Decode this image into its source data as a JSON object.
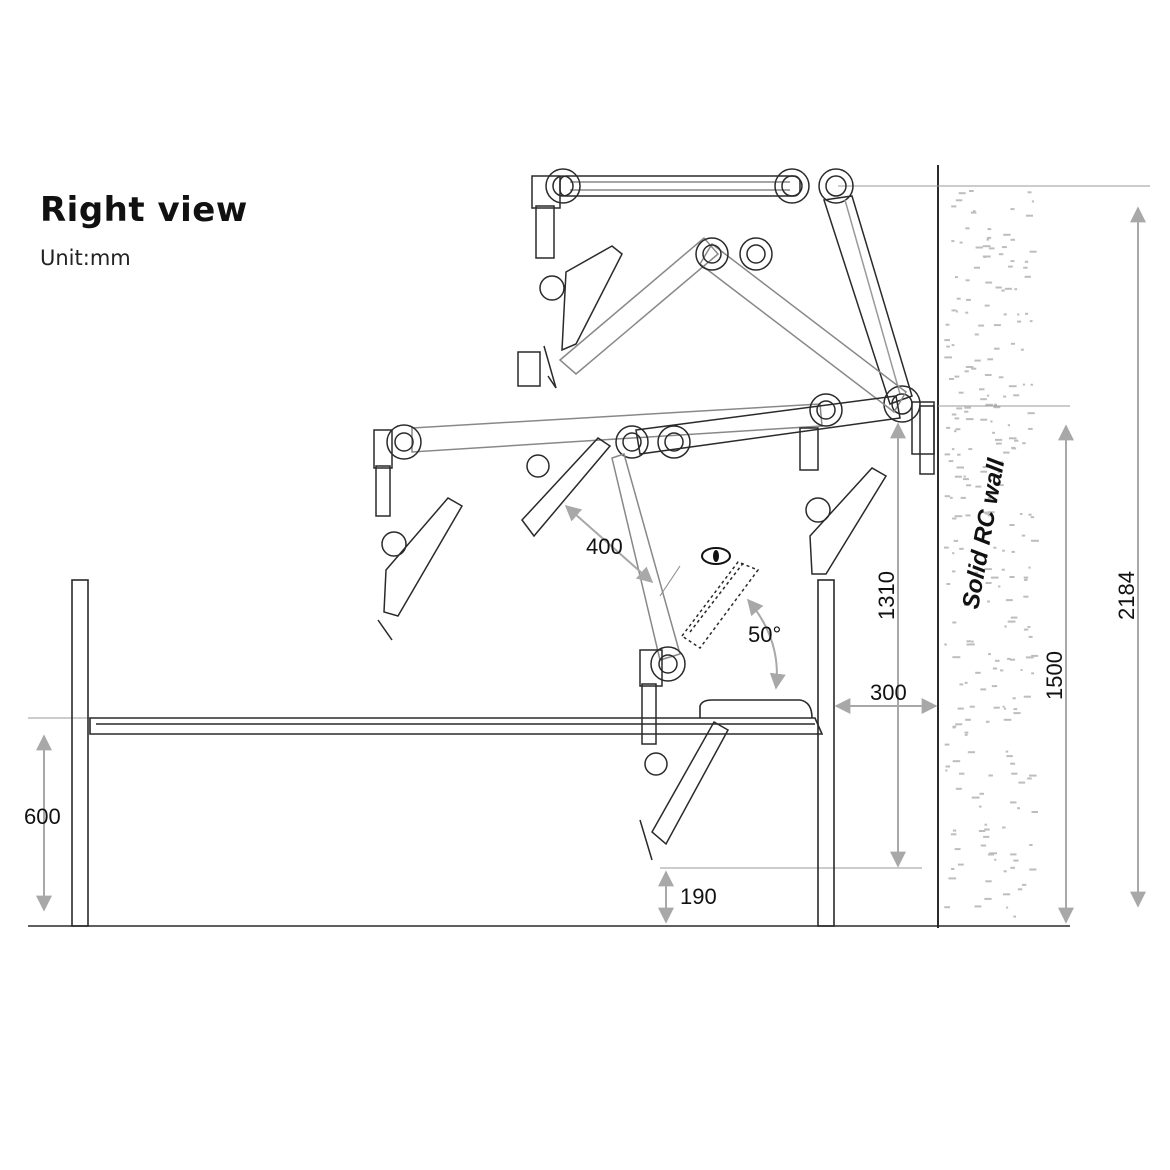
{
  "header": {
    "title": "Right view",
    "unit": "Unit:mm"
  },
  "wall": {
    "label": "Solid RC wall"
  },
  "dimensions": {
    "arm_reach": "400",
    "tilt_angle": "50°",
    "wall_gap": "300",
    "arm_height": "1310",
    "mount_height": "1500",
    "total_height": "2184",
    "bed_height": "600",
    "clearance": "190"
  },
  "colors": {
    "line": "#2a2a2a",
    "dim_arrow": "#a8a8a8",
    "arm_shadow": "#c8c8c8",
    "wall_dots": "#bdbdbd"
  },
  "icons": {
    "eye": "eye-icon"
  }
}
